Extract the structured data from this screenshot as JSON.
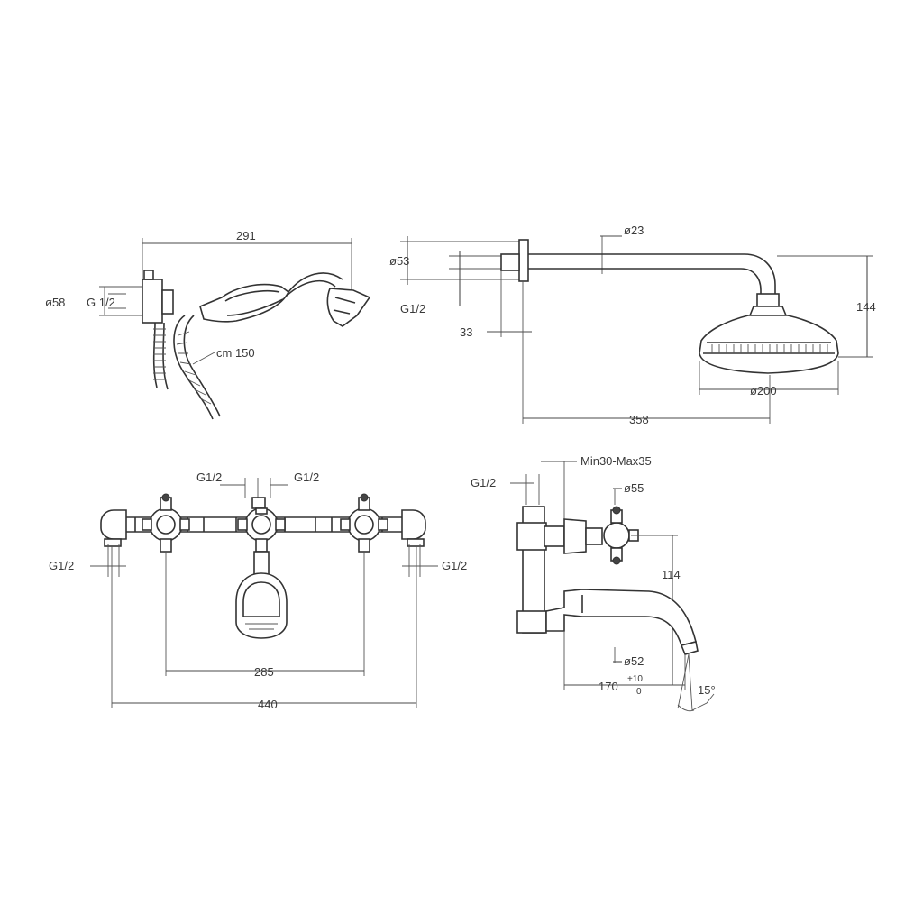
{
  "hand_shower": {
    "length": "291",
    "bracket_diameter": "ø58",
    "thread": "G 1/2",
    "hose_length": "cm 150"
  },
  "head_shower": {
    "arm_diameter": "ø23",
    "flange_diameter": "ø53",
    "thread": "G1/2",
    "depth": "33",
    "height": "144",
    "head_diameter": "ø200",
    "projection": "358"
  },
  "mixer_front": {
    "thread_left_top": "G1/2",
    "thread_right_top": "G1/2",
    "thread_left": "G1/2",
    "thread_right": "G1/2",
    "handle_spacing": "285",
    "overall_width": "440"
  },
  "spout_side": {
    "thread": "G1/2",
    "wall_range": "Min30-Max35",
    "handle_diameter": "ø55",
    "height": "114",
    "spout_diameter": "ø52",
    "projection": "170",
    "projection_tol_upper": "+10",
    "projection_tol_lower": "0",
    "angle": "15°"
  }
}
